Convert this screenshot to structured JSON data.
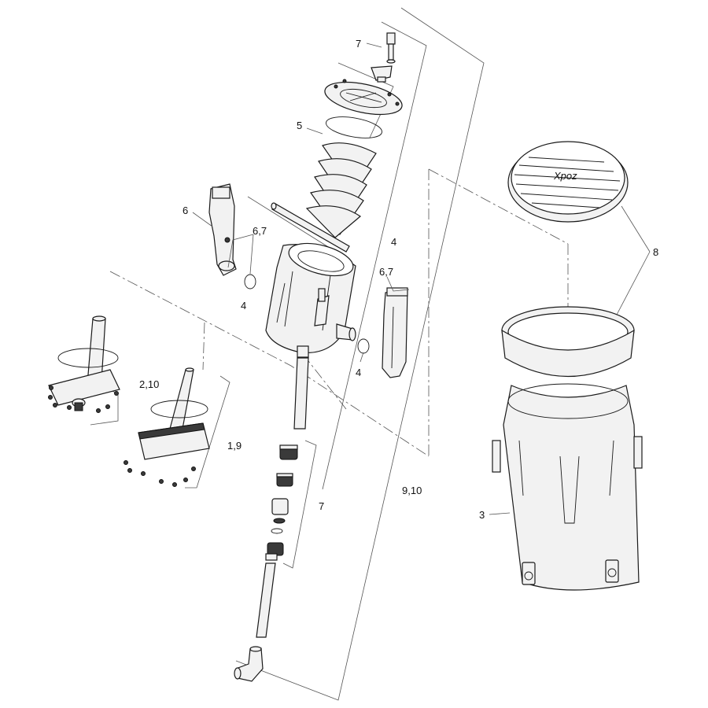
{
  "callouts": {
    "c7_top": "7",
    "c5": "5",
    "c6": "6",
    "c67_left": "6,7",
    "c4_left": "4",
    "c4_mid": "4",
    "c67_right": "6,7",
    "c4_right": "4",
    "c8": "8",
    "c210": "2,10",
    "c19": "1,9",
    "c7_bottom": "7",
    "c910": "9,10",
    "c3": "3"
  },
  "grate_logo": "Xpoz"
}
